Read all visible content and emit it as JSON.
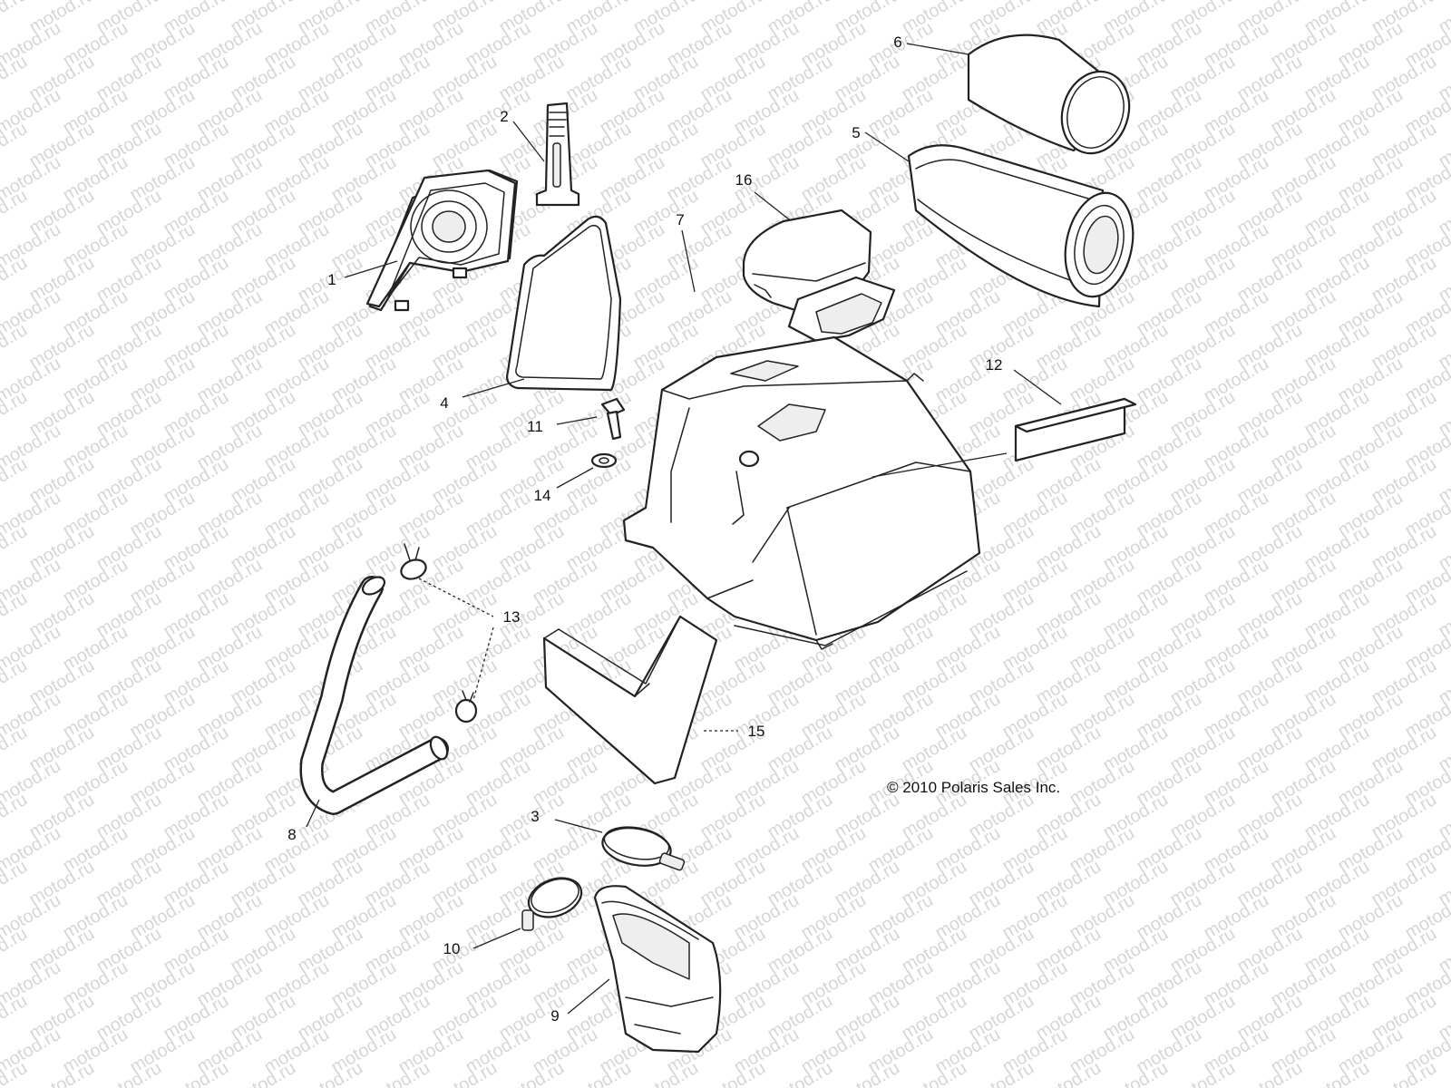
{
  "watermark": "motod.ru",
  "copyright": "© 2010 Polaris Sales Inc.",
  "callouts": {
    "c1": "1",
    "c2": "2",
    "c3": "3",
    "c4": "4",
    "c5": "5",
    "c6": "6",
    "c7": "7",
    "c8": "8",
    "c9": "9",
    "c10": "10",
    "c11": "11",
    "c12": "12",
    "c13": "13",
    "c14": "14",
    "c15": "15",
    "c16": "16"
  }
}
